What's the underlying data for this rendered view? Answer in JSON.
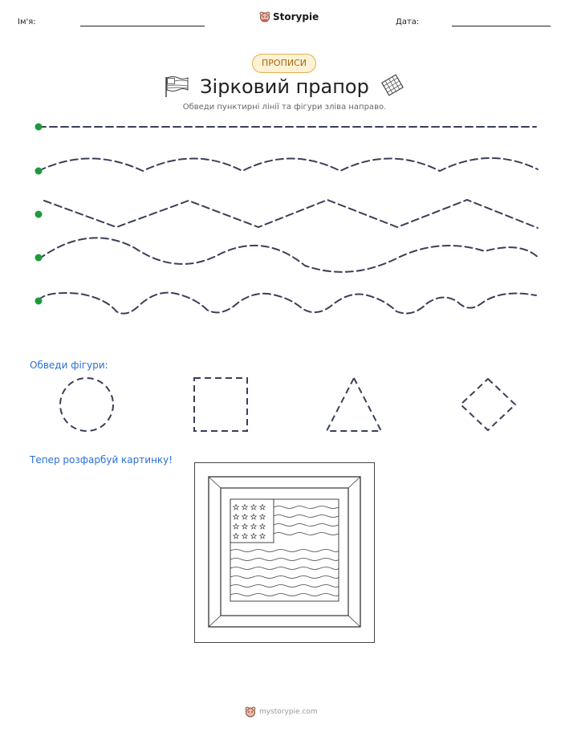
{
  "header": {
    "name_label": "Ім'я:",
    "date_label": "Дата:",
    "brand": "Storypie"
  },
  "badge": "ПРОПИСИ",
  "title": "Зірковий прапор",
  "subtitle": "Обведи пунктирні лінії та фігури зліва направо.",
  "shapes_heading": "Обведи фігури:",
  "coloring_heading": "Тепер розфарбуй картинку!",
  "footer": "mystorypie.com",
  "colors": {
    "dash": "#3a3f58",
    "start_dot": "#1e9a3c",
    "accent_blue": "#2b6fd6",
    "badge_border": "#e0b24c",
    "badge_bg": "#fdf1d6"
  }
}
